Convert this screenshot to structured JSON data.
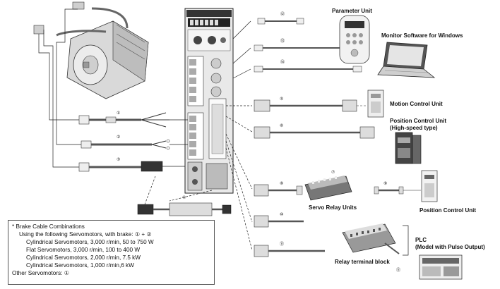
{
  "labels": {
    "parameter_unit": "Parameter Unit",
    "monitor_software": "Monitor Software for Windows",
    "motion_control_unit": "Motion Control Unit",
    "position_control_unit_hs_1": "Position Control Unit",
    "position_control_unit_hs_2": "(High-speed type)",
    "servo_relay_units": "Servo Relay Units",
    "position_control_unit": "Position Control Unit",
    "plc_1": "PLC",
    "plc_2": "(Model with Pulse Output)",
    "relay_terminal_block": "Relay terminal block"
  },
  "cable_numbers": {
    "c1": "①",
    "c2": "②",
    "c3": "③",
    "c4": "④",
    "c5": "⑤",
    "c6": "⑥",
    "c7": "⑦",
    "c8": "⑧",
    "c9": "⑨",
    "c10": "⑩",
    "c11": "⑪",
    "c11b": "⑪",
    "c12": "⑫",
    "c13": "⑬",
    "c14": "⑭"
  },
  "note": {
    "title": "* Brake Cable Combinations",
    "line1": "Using the following Servomotors, with brake: ① + ②",
    "line2": "Cylindrical Servomotors, 3,000 r/min, 50 to 750 W",
    "line3": "Flat Servomotors, 3,000 r/min, 100 to 400 W",
    "line4": "Cylindrical Servomotors, 2,000 r/min, 7.5 kW",
    "line5": "Cylindrical Servomotors, 1,000 r/min,6 kW",
    "line6": "Other Servomotors: ①"
  }
}
